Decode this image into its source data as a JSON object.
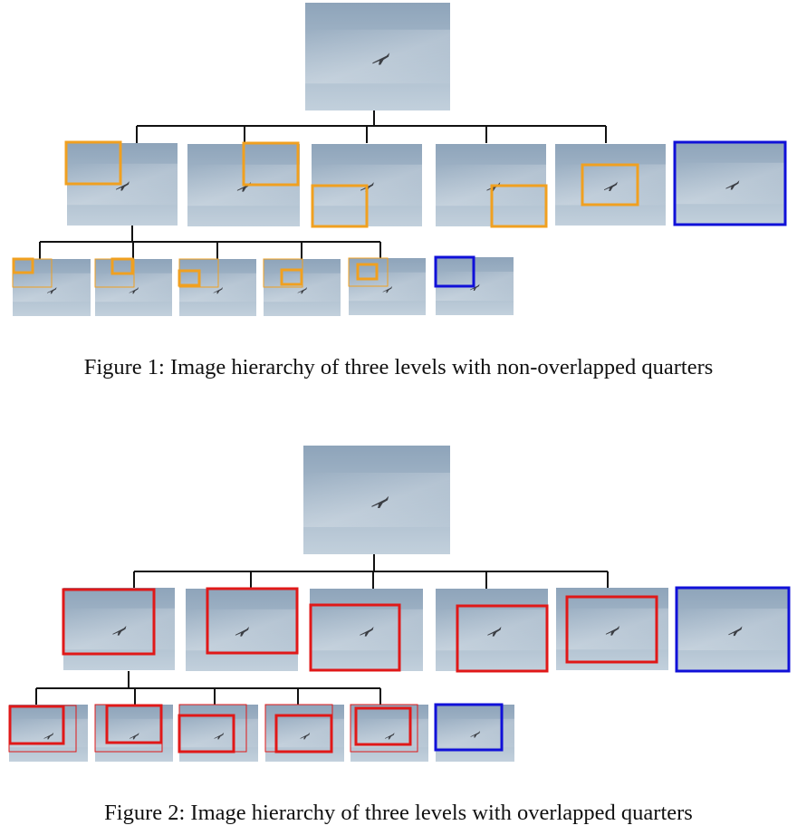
{
  "colors": {
    "sky_top": "#8ea4ba",
    "sky_bottom": "#c2d0dc",
    "jet": "#3b3e44",
    "connector": "#111111",
    "quarter_box": "#f0a020",
    "overlap_box": "#e01818",
    "whole_box": "#1010d8"
  },
  "icons": {
    "thumbnail": "sky-photo-with-jet",
    "aircraft": "fighter-jet-icon"
  },
  "figures": [
    {
      "caption": "Figure 1: Image hierarchy of three levels with non-overlapped quarters",
      "quarter_style": "non-overlapped",
      "levels": 3
    },
    {
      "caption": "Figure 2: Image hierarchy of three levels with overlapped quarters",
      "quarter_style": "overlapped",
      "levels": 3
    }
  ]
}
